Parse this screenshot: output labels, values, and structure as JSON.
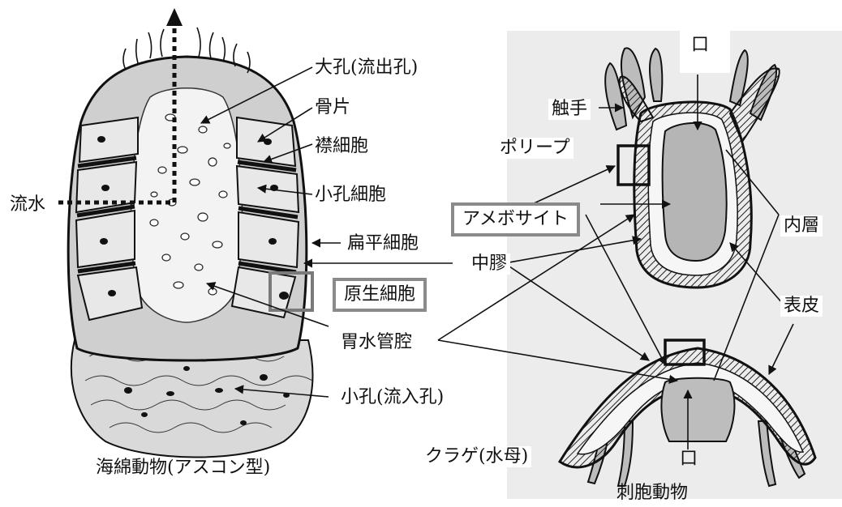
{
  "sponge": {
    "labels": {
      "osculum": "大孔(流出孔)",
      "spicule": "骨片",
      "choanocyte": "襟細胞",
      "porocyte": "小孔細胞",
      "pinacocyte": "扁平細胞",
      "archaeocyte": "原生細胞",
      "water_flow": "流水",
      "ostium": "小孔(流入孔)"
    },
    "caption": "海綿動物(アスコン型)"
  },
  "shared": {
    "mesoglea": "中膠",
    "gastrovascular_cavity": "胃水管腔",
    "amebocyte": "アメボサイト"
  },
  "cnidarian": {
    "labels": {
      "mouth_top": "口",
      "tentacle": "触手",
      "polyp": "ポリープ",
      "gastrodermis": "内層",
      "epidermis": "表皮",
      "medusa": "クラゲ(水母)",
      "mouth_bottom": "口"
    },
    "caption": "刺胞動物"
  },
  "colors": {
    "ink": "#111111",
    "box_border": "#8a8a8a",
    "cnidarian_bg": "#ececec",
    "fill_gray": "#b9b9b9"
  }
}
